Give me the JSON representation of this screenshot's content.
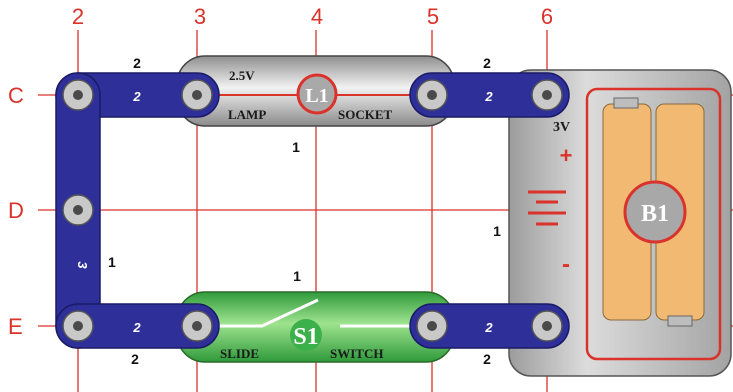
{
  "grid": {
    "columns": [
      "2",
      "3",
      "4",
      "5",
      "6"
    ],
    "rows": [
      "C",
      "D",
      "E"
    ]
  },
  "lamp": {
    "voltage": "2.5V",
    "badge": "L1",
    "name_left": "LAMP",
    "name_right": "SOCKET"
  },
  "switch": {
    "badge": "S1",
    "name_left": "SLIDE",
    "name_right": "SWITCH"
  },
  "battery": {
    "voltage": "3V",
    "badge": "B1",
    "plus": "+",
    "minus": "-"
  },
  "wires": {
    "top_left": "2",
    "top_right": "2",
    "vertical": "3",
    "bottom_left": "2",
    "bottom_right": "2"
  },
  "levels": {
    "top_left_wire": "2",
    "top_right_wire": "2",
    "lamp": "1",
    "vertical_wire": "1",
    "switch": "1",
    "battery": "1",
    "bottom_left_wire": "2",
    "bottom_right_wire": "2"
  },
  "colors": {
    "grid": "#d9332b",
    "wire": "#2e2f99",
    "snap": "#c9c9c9",
    "lamp_plate": "#a9a9a9",
    "switch_plate": "#3cb04a",
    "battery_case": "#999999",
    "cell": "#f2b973"
  }
}
